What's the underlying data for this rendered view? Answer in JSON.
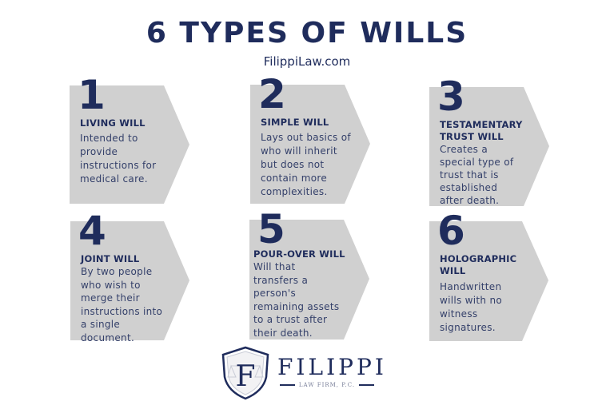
{
  "header": {
    "title": "6 TYPES OF WILLS",
    "subtitle": "FilippiLaw.com"
  },
  "colors": {
    "navy": "#1f2c5c",
    "card_gray": "#d0d0d0",
    "background": "#ffffff"
  },
  "cards": [
    {
      "number": "1",
      "title_lines": [
        "LIVING WILL"
      ],
      "desc_lines": [
        "Intended to",
        "provide",
        "instructions for",
        "medical care."
      ]
    },
    {
      "number": "2",
      "title_lines": [
        "SIMPLE WILL"
      ],
      "desc_lines": [
        "Lays out basics of",
        "who will inherit",
        "but does not",
        "contain more",
        "complexities."
      ]
    },
    {
      "number": "3",
      "title_lines": [
        "TESTAMENTARY",
        "TRUST WILL"
      ],
      "desc_lines": [
        "Creates a",
        "special type of",
        "trust that is",
        "established",
        "after death."
      ]
    },
    {
      "number": "4",
      "title_lines": [
        "JOINT WILL"
      ],
      "desc_lines": [
        "By two people",
        "who wish to",
        "merge their",
        "instructions into",
        "a single",
        "document."
      ]
    },
    {
      "number": "5",
      "title_lines": [
        "POUR-OVER WILL"
      ],
      "desc_lines": [
        "Will that",
        "transfers a",
        "person's",
        "remaining assets",
        "to a trust after",
        "their death."
      ]
    },
    {
      "number": "6",
      "title_lines": [
        "HOLOGRAPHIC",
        "WILL"
      ],
      "desc_lines": [
        "Handwritten",
        "wills with no",
        "witness",
        "signatures."
      ]
    }
  ],
  "logo": {
    "monogram": "F",
    "name": "FILIPPI",
    "tagline": "LAW FIRM, P.C."
  }
}
